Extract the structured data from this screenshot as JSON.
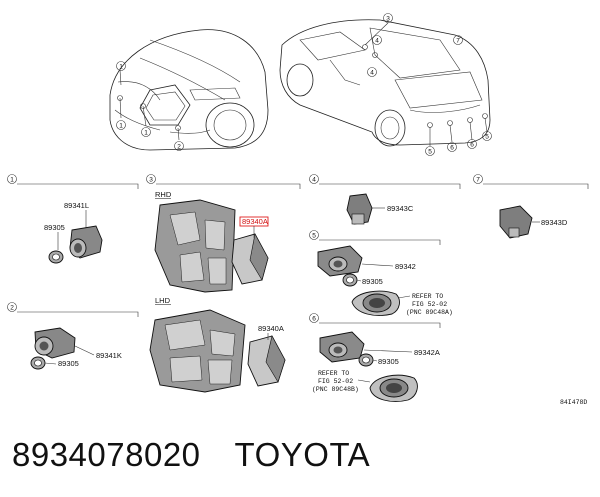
{
  "callouts": {
    "c1": "1",
    "c2": "2",
    "c3": "3",
    "c4": "4",
    "c5": "5",
    "c6": "6",
    "c7": "7"
  },
  "sections": {
    "s1": {
      "num": "1",
      "parts": [
        "89341L",
        "89305"
      ]
    },
    "s2": {
      "num": "2",
      "parts": [
        "89341K",
        "89305"
      ]
    },
    "s3": {
      "num": "3",
      "rhd": "RHD",
      "lhd": "LHD",
      "parts": [
        "89340A",
        "89340A"
      ]
    },
    "s4": {
      "num": "4",
      "parts": [
        "89343C"
      ]
    },
    "s5": {
      "num": "5",
      "parts": [
        "89342",
        "89305"
      ],
      "refer": [
        "REFER TO",
        "FIG 52-02",
        "(PNC 89C48A)"
      ]
    },
    "s6": {
      "num": "6",
      "parts": [
        "89342A",
        "89305"
      ],
      "refer": [
        "REFER TO",
        "FIG 52-02",
        "(PNC 89C48B)"
      ]
    },
    "s7": {
      "num": "7",
      "parts": [
        "89343D"
      ]
    }
  },
  "code": "84I478D",
  "footer": {
    "part_number": "8934078020",
    "brand": "TOYOTA"
  }
}
